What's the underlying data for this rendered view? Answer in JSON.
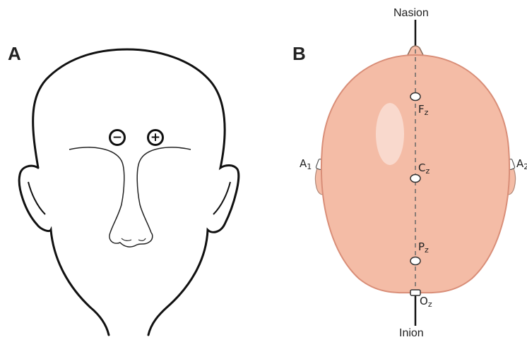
{
  "panels": [
    {
      "label": "A",
      "electrodes": [
        {
          "symbol": "−",
          "meaning": "negative electrode"
        },
        {
          "symbol": "+",
          "meaning": "positive electrode"
        }
      ]
    },
    {
      "label": "B",
      "landmarks": {
        "top": "Nasion",
        "bottom": "Inion"
      },
      "electrodes": [
        {
          "name": "F",
          "sub": "z"
        },
        {
          "name": "C",
          "sub": "z"
        },
        {
          "name": "P",
          "sub": "z"
        },
        {
          "name": "O",
          "sub": "z"
        }
      ],
      "ears": [
        {
          "name": "A",
          "sub": "1"
        },
        {
          "name": "A",
          "sub": "2"
        }
      ]
    }
  ],
  "colors": {
    "scalp_fill": "#f4bca6",
    "scalp_stroke": "#d98e78",
    "outline": "#111111"
  }
}
